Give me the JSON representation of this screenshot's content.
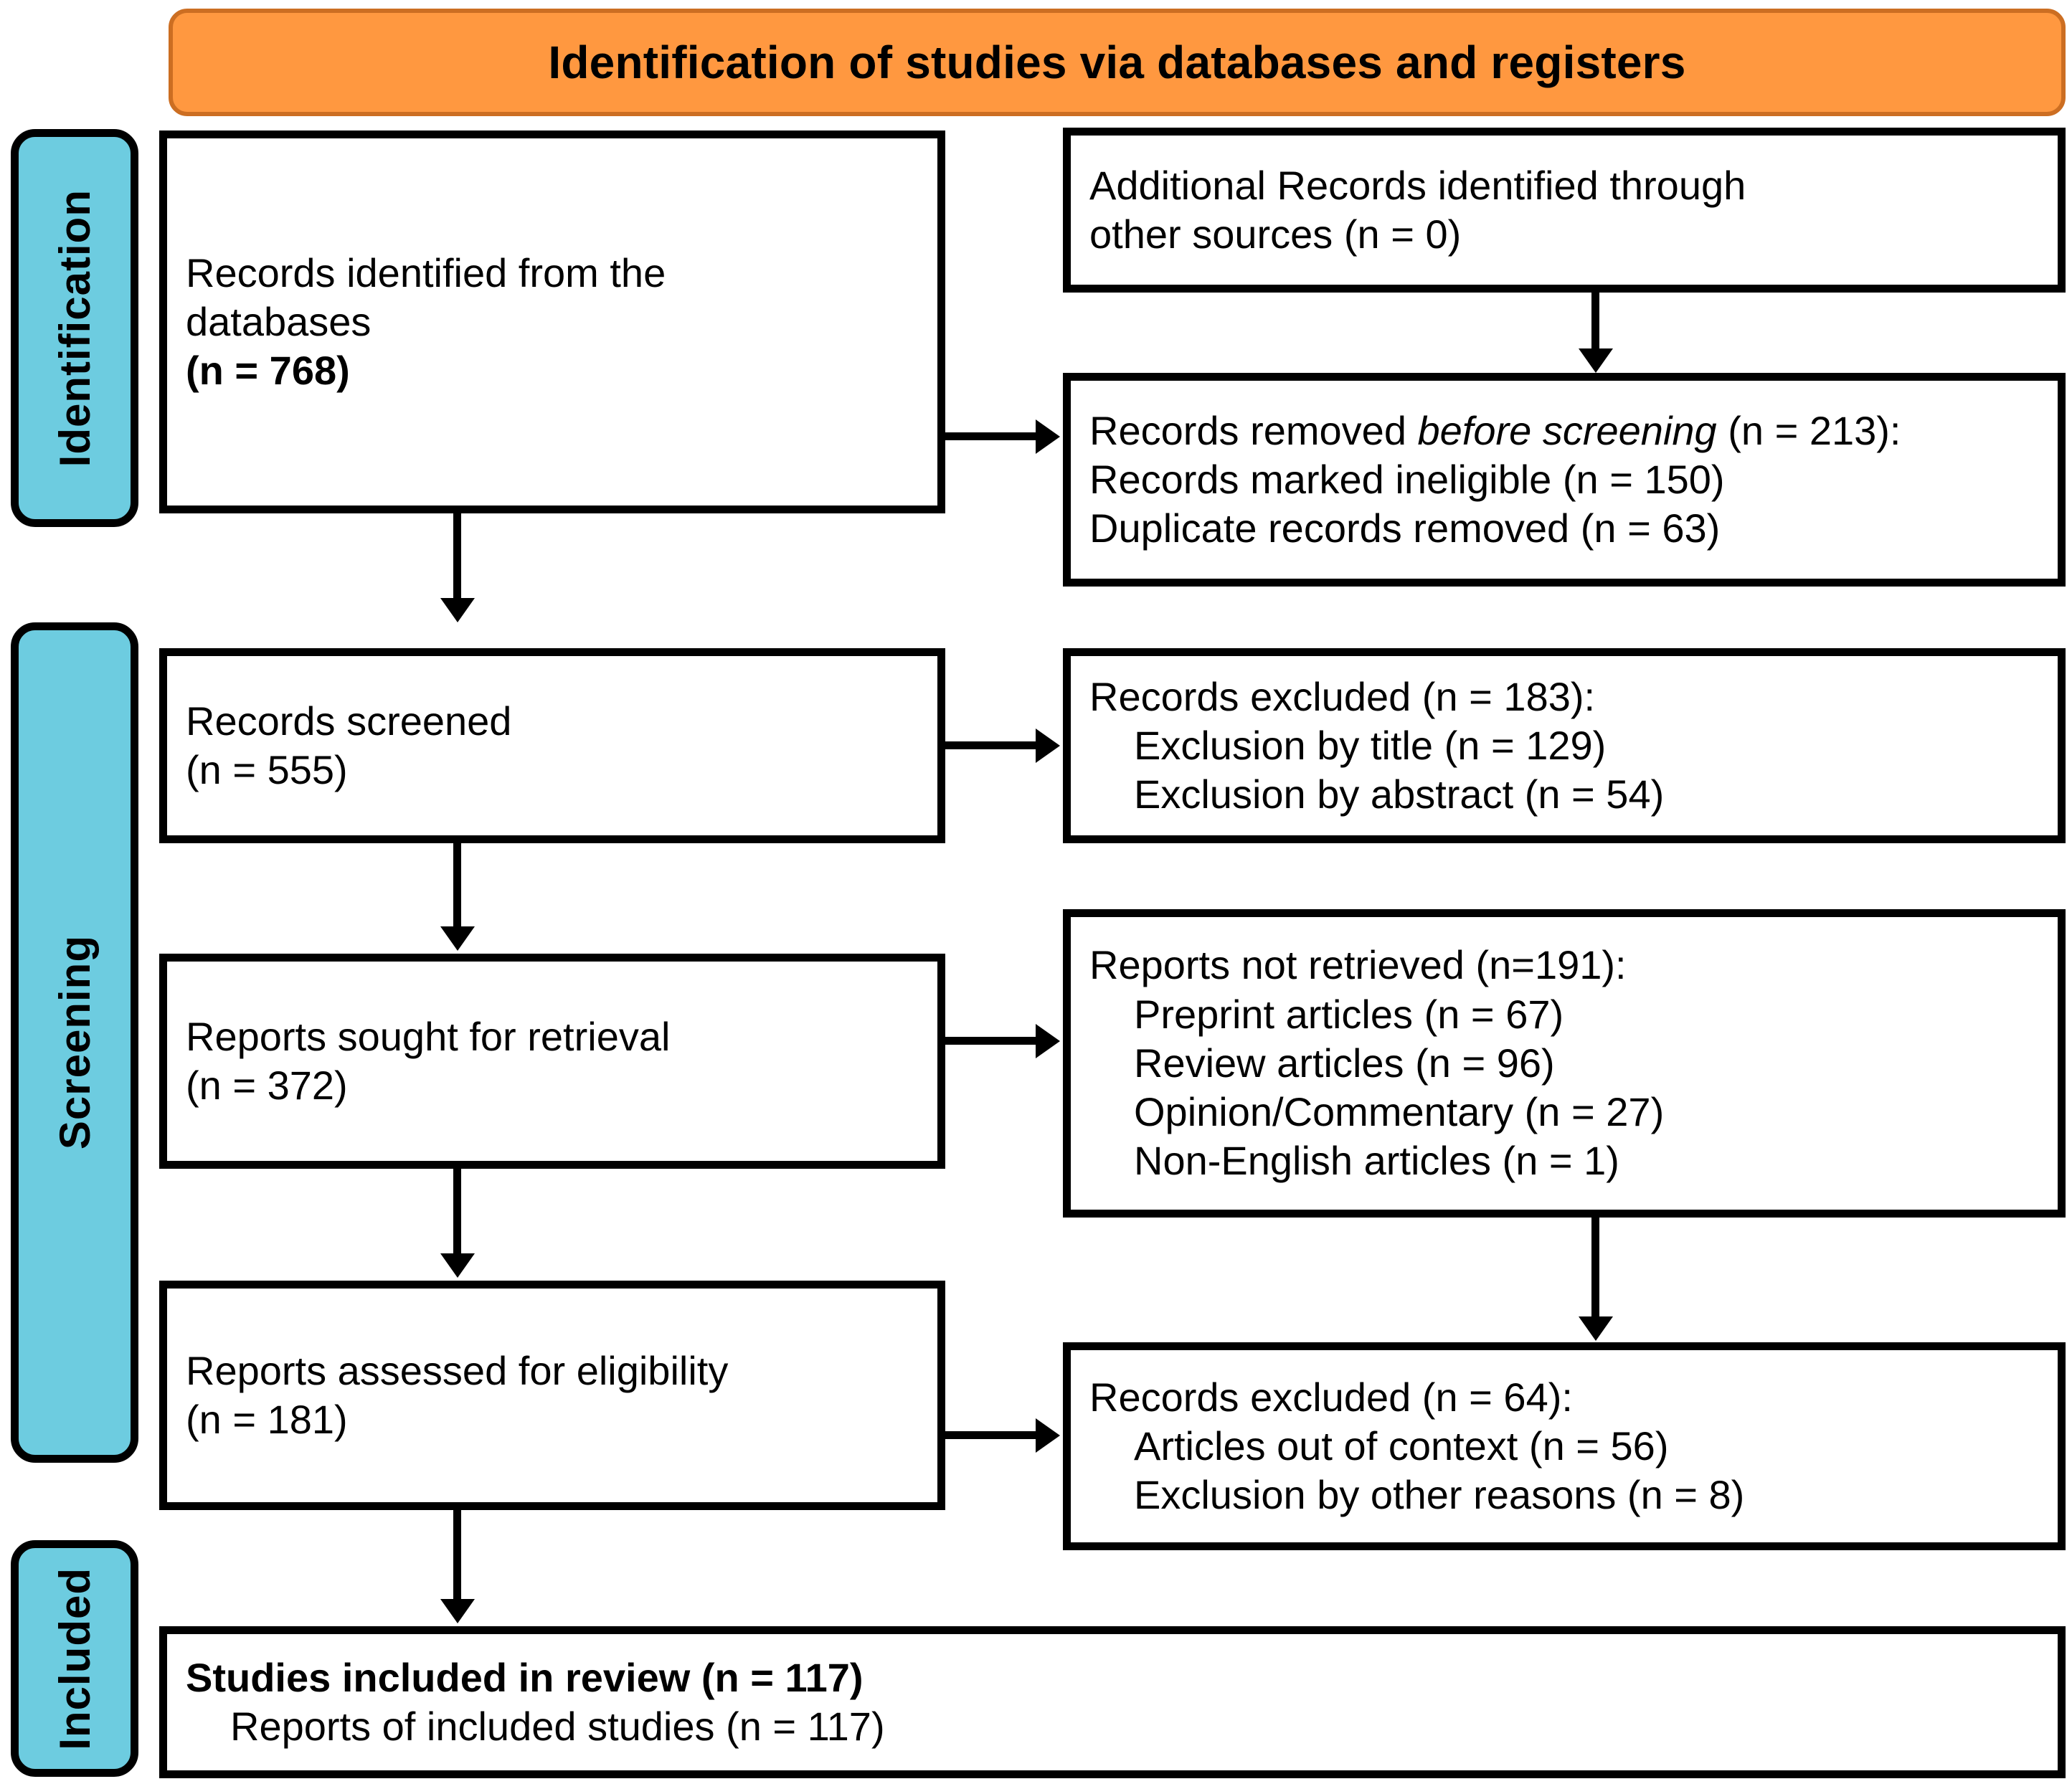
{
  "banner": {
    "title": "Identification of studies via databases and registers"
  },
  "stages": [
    {
      "key": "identification",
      "label": "Identification"
    },
    {
      "key": "screening",
      "label": "Screening"
    },
    {
      "key": "included",
      "label": "Included"
    }
  ],
  "boxes": {
    "records_identified": {
      "line1": "Records identified from the",
      "line2": "databases",
      "line3": "(n = 768)"
    },
    "additional_records": {
      "line1": "Additional Records identified through",
      "line2": "other sources (n = 0)"
    },
    "records_removed": {
      "line1_pre": "Records removed ",
      "line1_em": "before screening",
      "line1_post": " (n = 213):",
      "line2": "Records marked ineligible (n = 150)",
      "line3": "Duplicate records removed (n = 63)"
    },
    "records_screened": {
      "line1": "Records screened",
      "line2": "(n = 555)"
    },
    "records_excluded_screening": {
      "line1": "Records excluded (n = 183):",
      "line2": "Exclusion by title (n = 129)",
      "line3": "Exclusion by abstract  (n = 54)"
    },
    "reports_sought": {
      "line1": "Reports sought for retrieval",
      "line2": "(n = 372)"
    },
    "reports_not_retrieved": {
      "line1": "Reports not retrieved (n=191):",
      "line2": "Preprint articles (n = 67)",
      "line3": "Review articles (n = 96)",
      "line4": "Opinion/Commentary (n = 27)",
      "line5": "Non-English articles (n = 1)"
    },
    "reports_assessed": {
      "line1": "Reports assessed for eligibility",
      "line2": "(n = 181)"
    },
    "records_excluded_eligibility": {
      "line1": "Records excluded (n = 64):",
      "line2": "Articles out of context (n = 56)",
      "line3": "Exclusion by other reasons (n = 8)"
    },
    "studies_included": {
      "line1": "Studies included in review (n = 117)",
      "line2": "Reports of included studies (n = 117)"
    }
  },
  "colors": {
    "banner_fill": "#FF9840",
    "banner_border": "#CC6E22",
    "stage_fill": "#6DCCE0",
    "stroke": "#000000",
    "box_fill": "#FFFFFF"
  }
}
